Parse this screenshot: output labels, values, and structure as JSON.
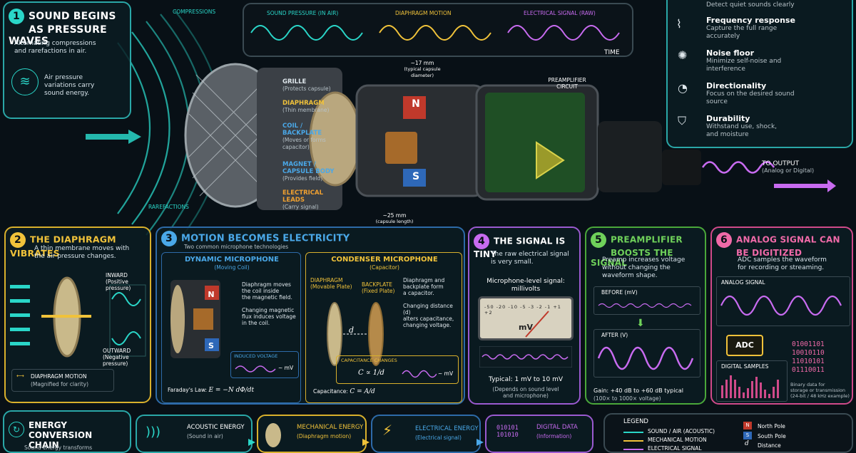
{
  "p1": {
    "title_line1": "SOUND BEGINS",
    "title_line2": "AS PRESSURE WAVES",
    "desc_line1": "Alternating compressions",
    "desc_line2": "and rarefactions in air.",
    "info_line1": "Air pressure",
    "info_line2": "variations carry",
    "info_line3": "sound energy.",
    "compressions": "COMPRESSIONS",
    "rarefactions": "RAREFACTIONS"
  },
  "signals": {
    "sound": "SOUND PRESSURE (IN AIR)",
    "diaphragm": "DIAPHRAGM MOTION",
    "electrical": "ELECTRICAL SIGNAL (RAW)",
    "time": "TIME"
  },
  "features": [
    {
      "title": "",
      "desc1": "Detect quiet sounds clearly",
      "desc2": ""
    },
    {
      "title": "Frequency response",
      "desc1": "Capture the full range",
      "desc2": "accurately"
    },
    {
      "title": "Noise floor",
      "desc1": "Minimize self-noise and",
      "desc2": "interference"
    },
    {
      "title": "Directionality",
      "desc1": "Focus on the desired sound",
      "desc2": "source"
    },
    {
      "title": "Durability",
      "desc1": "Withstand use, shock,",
      "desc2": "and moisture"
    }
  ],
  "mic": {
    "width_top": "~17 mm",
    "width_top_sub": "(typical capsule diameter)",
    "width_bottom": "~25 mm",
    "width_bottom_sub": "(capsule length)",
    "grille": "GRILLE",
    "grille_sub": "(Protects capsule)",
    "diaphragm": "DIAPHRAGM",
    "diaphragm_sub": "(Thin membrane)",
    "coil": "COIL /",
    "backplate": "BACKPLATE",
    "coil_sub1": "(Moves or forms",
    "coil_sub2": "capacitor)",
    "magnet": "MAGNET /",
    "capsule_body": "CAPSULE BODY",
    "magnet_sub": "(Provides field)",
    "leads": "ELECTRICAL",
    "leads2": "LEADS",
    "leads_sub": "(Carry signal)",
    "preamp1": "PREAMPLIFIER",
    "preamp2": "CIRCUIT",
    "output": "TO OUTPUT",
    "output_sub": "(Analog or Digital)",
    "n": "N",
    "s": "S"
  },
  "p2": {
    "title": "THE DIAPHRAGM VIBRATES",
    "desc1": "A thin membrane moves with",
    "desc2": "the air pressure changes.",
    "inward": "INWARD",
    "inward_sub": "(Positive pressure)",
    "outward": "OUTWARD",
    "outward_sub": "(Negative pressure)",
    "motion": "DIAPHRAGM MOTION",
    "motion_sub": "(Magnified for clarity)"
  },
  "p3": {
    "title": "MOTION BECOMES ELECTRICITY",
    "subtitle": "Two common microphone technologies",
    "dyn_title": "DYNAMIC MICROPHONE",
    "dyn_sub": "(Moving Coil)",
    "dyn_d1": "Diaphragm moves",
    "dyn_d2": "the coil inside",
    "dyn_d3": "the magnetic field.",
    "dyn_d4": "Changing magnetic",
    "dyn_d5": "flux induces voltage",
    "dyn_d6": "in the coil.",
    "induced": "INDUCED VOLTAGE",
    "mv": "~ mV",
    "faraday": "Faraday's Law:",
    "faraday_eq": "E = −N dΦ/dt",
    "con_title": "CONDENSER MICROPHONE",
    "con_sub": "(Capacitor)",
    "con_diaph": "DIAPHRAGM",
    "con_diaph_sub": "(Movable Plate)",
    "con_back": "BACKPLATE",
    "con_back_sub": "(Fixed Plate)",
    "con_d1": "Diaphragm and",
    "con_d2": "backplate form",
    "con_d3": "a capacitor.",
    "con_d4": "Changing distance (d)",
    "con_d5": "alters capacitance,",
    "con_d6": "changing voltage.",
    "cap_changes": "CAPACITANCE CHANGES",
    "cap_eq": "C ∝ 1/d",
    "cap_mv": "~ mV",
    "cap_label": "Capacitance:",
    "cap_formula": "C = A/d",
    "d": "d"
  },
  "p4": {
    "title": "THE SIGNAL IS TINY",
    "desc1": "The raw electrical signal",
    "desc2": "is very small.",
    "level1": "Microphone-level signal:",
    "level2": "millivolts",
    "meter_unit": "mV",
    "typical": "Typical: 1 mV to 10 mV",
    "typical_sub1": "(Depends on sound level",
    "typical_sub2": "and microphone)",
    "ticks": [
      "-50",
      "-20",
      "-10",
      "-5",
      "-3",
      "-2",
      "-1",
      "+1",
      "+2"
    ]
  },
  "p5": {
    "title1": "PREAMPLIFIER",
    "title2": "BOOSTS THE SIGNAL",
    "desc1": "Preamp increases voltage",
    "desc2": "without changing the",
    "desc3": "waveform shape.",
    "before": "BEFORE (mV)",
    "after": "AFTER (V)",
    "gain": "Gain: +40 dB to +60 dB typical",
    "gain_sub": "(100× to 1000× voltage)"
  },
  "p6": {
    "title1": "ANALOG SIGNAL CAN",
    "title2": "BE DIGITIZED",
    "desc1": "ADC samples the waveform",
    "desc2": "for recording or streaming.",
    "analog": "ANALOG SIGNAL",
    "adc": "ADC",
    "samples": "DIGITAL SAMPLES",
    "binary": [
      "01001101",
      "10010110",
      "11010101",
      "01110011"
    ],
    "bin_sub1": "Binary data for",
    "bin_sub2": "storage or transmission",
    "bin_sub3": "(24-bit / 48 kHz example)"
  },
  "chain": {
    "title1": "ENERGY CONVERSION",
    "title2": "CHAIN",
    "desc": "Sound energy transforms",
    "acoustic": "ACOUSTIC ENERGY",
    "acoustic_sub": "(Sound in air)",
    "mechanical": "MECHANICAL ENERGY",
    "mechanical_sub": "(Diaphragm motion)",
    "electrical": "ELECTRICAL ENERGY",
    "electrical_sub": "(Electrical signal)",
    "digital": "DIGITAL DATA",
    "digital_sub": "(Information)",
    "bits1": "010101",
    "bits2": "101010"
  },
  "legend": {
    "title": "LEGEND",
    "l1": "SOUND / AIR (ACOUSTIC)",
    "l2": "MECHANICAL MOTION",
    "l3": "ELECTRICAL SIGNAL",
    "north": "North Pole",
    "south": "South Pole",
    "distance": "Distance",
    "n": "N",
    "s": "S",
    "d": "d"
  }
}
